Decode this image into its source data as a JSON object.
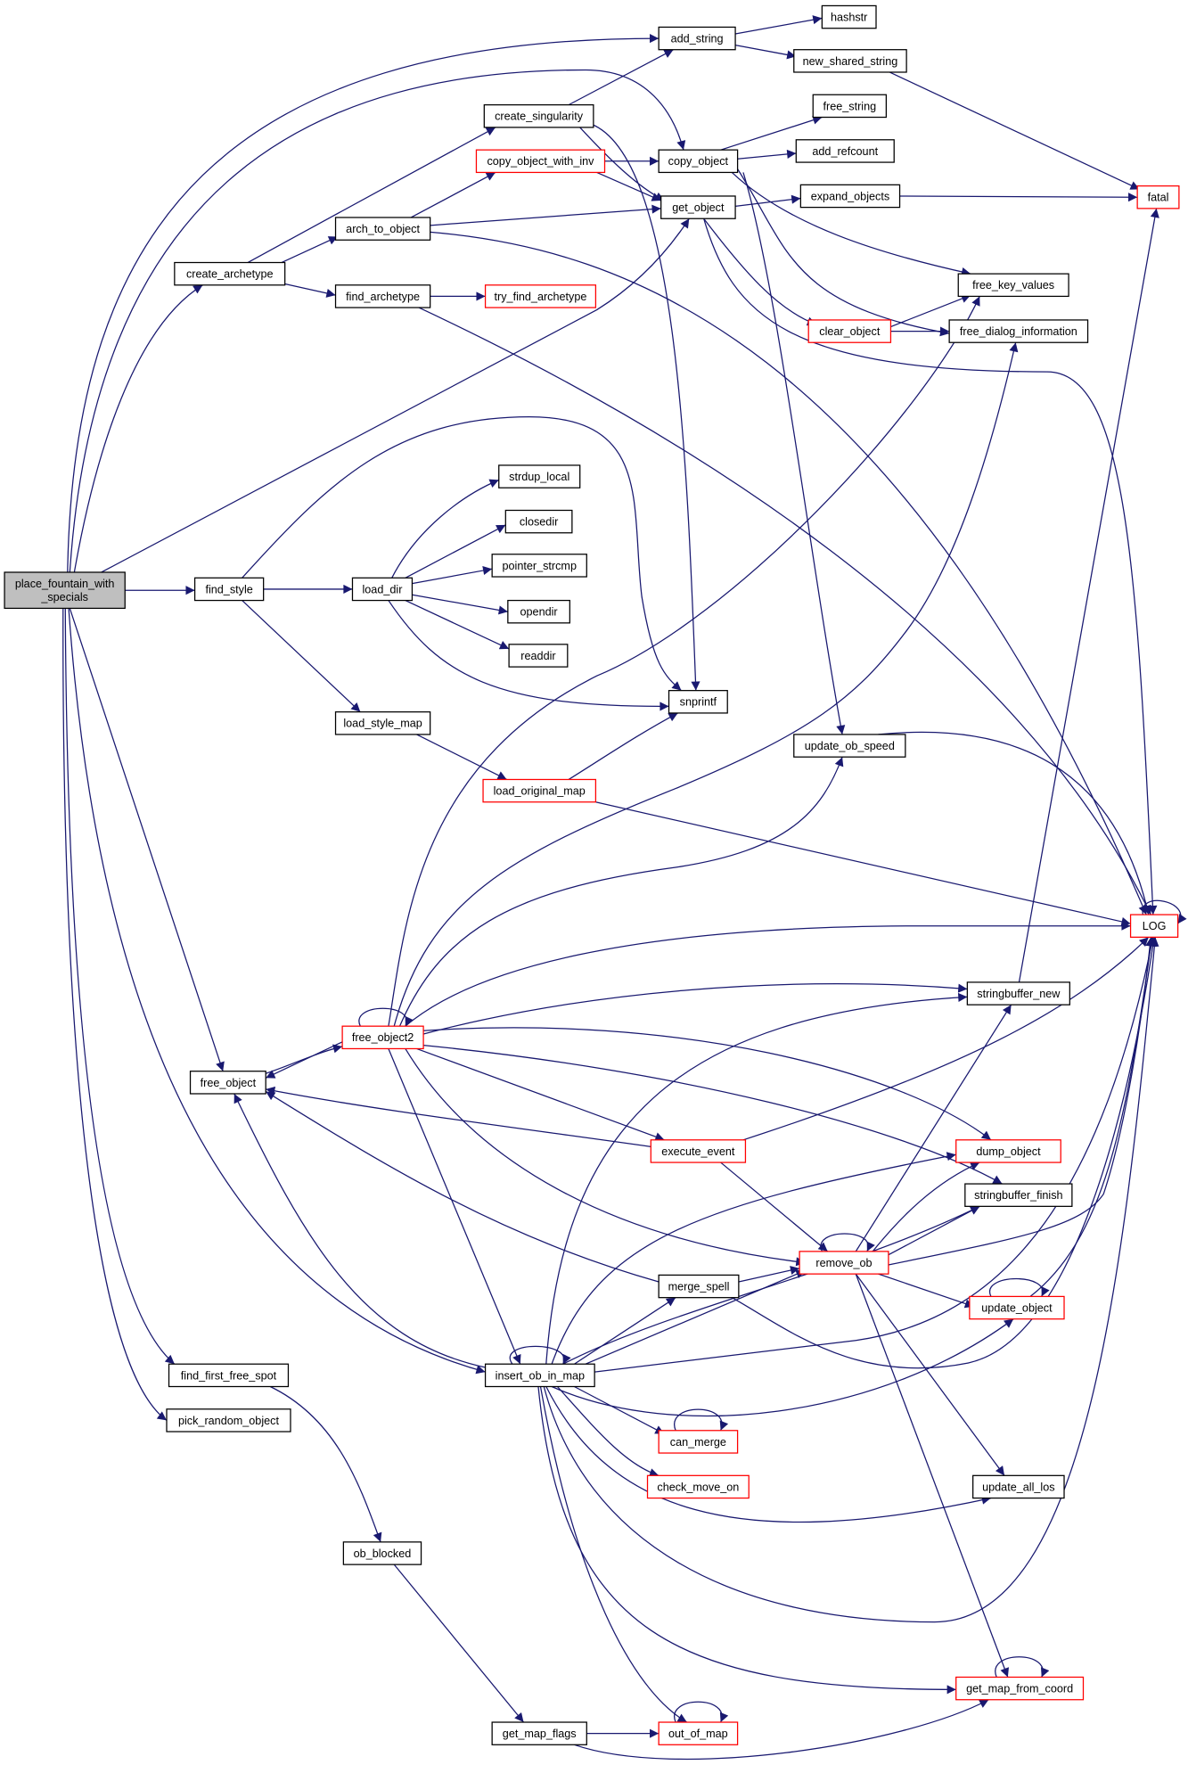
{
  "title": "place_fountain_with_specials call graph",
  "colors": {
    "edge": "#191970",
    "truncated_border": "#ff0000",
    "root_fill": "#bfbfbf"
  },
  "nodes": [
    {
      "id": "place",
      "label": "place_fountain_with\n_specials",
      "root": true
    },
    {
      "id": "add_string",
      "label": "add_string"
    },
    {
      "id": "hashstr",
      "label": "hashstr"
    },
    {
      "id": "new_shared_string",
      "label": "new_shared_string"
    },
    {
      "id": "create_singularity",
      "label": "create_singularity"
    },
    {
      "id": "free_string",
      "label": "free_string"
    },
    {
      "id": "copy_object_with_inv",
      "label": "copy_object_with_inv",
      "truncated": true
    },
    {
      "id": "copy_object",
      "label": "copy_object"
    },
    {
      "id": "add_refcount",
      "label": "add_refcount"
    },
    {
      "id": "get_object",
      "label": "get_object"
    },
    {
      "id": "expand_objects",
      "label": "expand_objects"
    },
    {
      "id": "fatal",
      "label": "fatal",
      "truncated": true
    },
    {
      "id": "arch_to_object",
      "label": "arch_to_object"
    },
    {
      "id": "create_archetype",
      "label": "create_archetype"
    },
    {
      "id": "find_archetype",
      "label": "find_archetype"
    },
    {
      "id": "try_find_archetype",
      "label": "try_find_archetype",
      "truncated": true
    },
    {
      "id": "free_key_values",
      "label": "free_key_values"
    },
    {
      "id": "clear_object",
      "label": "clear_object",
      "truncated": true
    },
    {
      "id": "free_dialog_information",
      "label": "free_dialog_information"
    },
    {
      "id": "strdup_local",
      "label": "strdup_local"
    },
    {
      "id": "closedir",
      "label": "closedir"
    },
    {
      "id": "pointer_strcmp",
      "label": "pointer_strcmp"
    },
    {
      "id": "find_style",
      "label": "find_style"
    },
    {
      "id": "load_dir",
      "label": "load_dir"
    },
    {
      "id": "opendir",
      "label": "opendir"
    },
    {
      "id": "readdir",
      "label": "readdir"
    },
    {
      "id": "snprintf",
      "label": "snprintf"
    },
    {
      "id": "load_style_map",
      "label": "load_style_map"
    },
    {
      "id": "update_ob_speed",
      "label": "update_ob_speed"
    },
    {
      "id": "load_original_map",
      "label": "load_original_map",
      "truncated": true
    },
    {
      "id": "LOG",
      "label": "LOG",
      "truncated": true
    },
    {
      "id": "stringbuffer_new",
      "label": "stringbuffer_new"
    },
    {
      "id": "free_object2",
      "label": "free_object2",
      "truncated": true
    },
    {
      "id": "free_object",
      "label": "free_object"
    },
    {
      "id": "dump_object",
      "label": "dump_object",
      "truncated": true
    },
    {
      "id": "execute_event",
      "label": "execute_event",
      "truncated": true
    },
    {
      "id": "stringbuffer_finish",
      "label": "stringbuffer_finish"
    },
    {
      "id": "remove_ob",
      "label": "remove_ob",
      "truncated": true
    },
    {
      "id": "merge_spell",
      "label": "merge_spell"
    },
    {
      "id": "update_object",
      "label": "update_object",
      "truncated": true
    },
    {
      "id": "find_first_free_spot",
      "label": "find_first_free_spot"
    },
    {
      "id": "insert_ob_in_map",
      "label": "insert_ob_in_map"
    },
    {
      "id": "pick_random_object",
      "label": "pick_random_object"
    },
    {
      "id": "can_merge",
      "label": "can_merge",
      "truncated": true
    },
    {
      "id": "check_move_on",
      "label": "check_move_on",
      "truncated": true
    },
    {
      "id": "update_all_los",
      "label": "update_all_los"
    },
    {
      "id": "ob_blocked",
      "label": "ob_blocked"
    },
    {
      "id": "get_map_from_coord",
      "label": "get_map_from_coord",
      "truncated": true
    },
    {
      "id": "get_map_flags",
      "label": "get_map_flags"
    },
    {
      "id": "out_of_map",
      "label": "out_of_map",
      "truncated": true
    }
  ]
}
